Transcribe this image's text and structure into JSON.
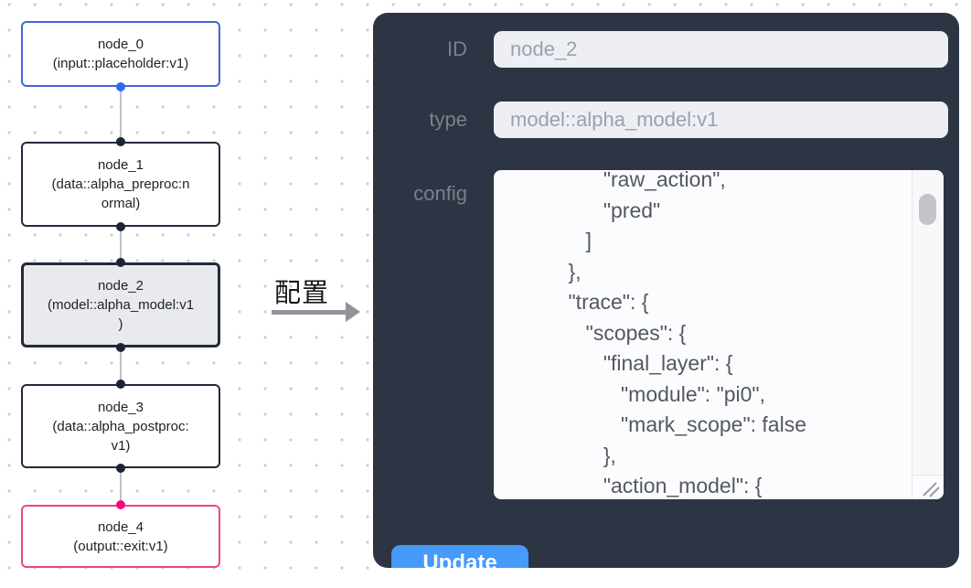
{
  "canvas": {
    "nodes": [
      {
        "id": "node_0",
        "lines": [
          "node_0",
          "(input::placeholder:v1)"
        ],
        "role": "input"
      },
      {
        "id": "node_1",
        "lines": [
          "node_1",
          "(data::alpha_preproc:n",
          "ormal)"
        ],
        "role": "default"
      },
      {
        "id": "node_2",
        "lines": [
          "node_2",
          "(model::alpha_model:v1",
          ")"
        ],
        "role": "selected"
      },
      {
        "id": "node_3",
        "lines": [
          "node_3",
          "(data::alpha_postproc:",
          "v1)"
        ],
        "role": "default"
      },
      {
        "id": "node_4",
        "lines": [
          "node_4",
          "(output::exit:v1)"
        ],
        "role": "output"
      }
    ]
  },
  "arrow": {
    "label": "配置"
  },
  "panel": {
    "id_field": {
      "label": "ID",
      "value": "node_2"
    },
    "type_field": {
      "label": "type",
      "value": "model::alpha_model:v1"
    },
    "config_field": {
      "label": "config",
      "text": "               \"raw_action\",\n               \"pred\"\n            ]\n         },\n         \"trace\": {\n            \"scopes\": {\n               \"final_layer\": {\n                  \"module\": \"pi0\",\n                  \"mark_scope\": false\n               },\n               \"action_model\": {"
    },
    "update_label": "Update"
  },
  "colors": {
    "panel_bg": "#2d3544",
    "input_node_border": "#3e69d2",
    "default_node_border": "#232a3e",
    "selected_node_bg": "#e9eaed",
    "output_node_border": "#ef4586",
    "source_handle_blue": "#2d6bf2",
    "handle_dark": "#1d2437",
    "target_handle_pink": "#f50a7e",
    "update_button_bg": "#459afa",
    "arrow_gray": "#909399"
  }
}
